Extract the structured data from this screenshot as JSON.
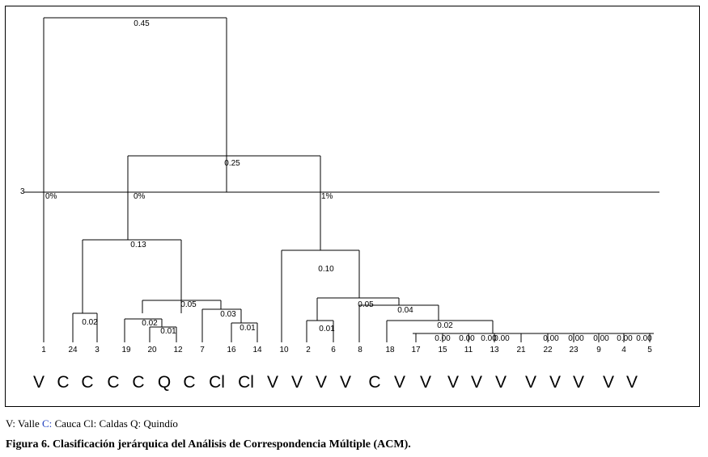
{
  "chart_data": {
    "type": "dendrogram",
    "leaves": [
      {
        "id": "1",
        "group": "V"
      },
      {
        "id": "24",
        "group": "C"
      },
      {
        "id": "3",
        "group": "C"
      },
      {
        "id": "19",
        "group": "C"
      },
      {
        "id": "20",
        "group": "C"
      },
      {
        "id": "12",
        "group": "Q"
      },
      {
        "id": "7",
        "group": "C"
      },
      {
        "id": "16",
        "group": "Cl"
      },
      {
        "id": "14",
        "group": "Cl"
      },
      {
        "id": "10",
        "group": "V"
      },
      {
        "id": "2",
        "group": "V"
      },
      {
        "id": "6",
        "group": "V"
      },
      {
        "id": "8",
        "group": "V"
      },
      {
        "id": "18",
        "group": "C"
      },
      {
        "id": "17",
        "group": "V"
      },
      {
        "id": "15",
        "group": "V"
      },
      {
        "id": "11",
        "group": "V"
      },
      {
        "id": "13",
        "group": "V"
      },
      {
        "id": "21",
        "group": "V"
      },
      {
        "id": "22",
        "group": "V"
      },
      {
        "id": "23",
        "group": "V"
      },
      {
        "id": "9",
        "group": "V"
      },
      {
        "id": "4",
        "group": "V"
      },
      {
        "id": "5",
        "group": "V"
      }
    ],
    "merges": [
      {
        "label": "0.45",
        "height": 0.45
      },
      {
        "label": "0.25",
        "height": 0.25
      },
      {
        "label": "0.13",
        "height": 0.13
      },
      {
        "label": "0.10",
        "height": 0.1
      },
      {
        "label": "0.05",
        "height": 0.05
      },
      {
        "label": "0.05",
        "height": 0.05
      },
      {
        "label": "0.04",
        "height": 0.04
      },
      {
        "label": "0.03",
        "height": 0.03
      },
      {
        "label": "0.02",
        "height": 0.02
      },
      {
        "label": "0.02",
        "height": 0.02
      },
      {
        "label": "0.02",
        "height": 0.02
      },
      {
        "label": "0.01",
        "height": 0.01
      },
      {
        "label": "0.01",
        "height": 0.01
      },
      {
        "label": "0.01",
        "height": 0.01
      },
      {
        "label": "0.00",
        "height": 0.0
      },
      {
        "label": "0.00",
        "height": 0.0
      },
      {
        "label": "0.00",
        "height": 0.0
      },
      {
        "label": "0.00",
        "height": 0.0
      },
      {
        "label": "0.00",
        "height": 0.0
      },
      {
        "label": "0.00",
        "height": 0.0
      },
      {
        "label": "0.00",
        "height": 0.0
      },
      {
        "label": "0.00",
        "height": 0.0
      },
      {
        "label": "0.00",
        "height": 0.0
      }
    ],
    "cut": {
      "label": "3",
      "percents": [
        "0%",
        "0%",
        "1%"
      ]
    }
  },
  "legend": {
    "v": "V: Valle",
    "c": "C:",
    "c_rest": "Cauca Cl: Caldas Q: Quindío"
  },
  "caption": "Figura 6. Clasificación jerárquica del Análisis de Correspondencia Múltiple (ACM)."
}
